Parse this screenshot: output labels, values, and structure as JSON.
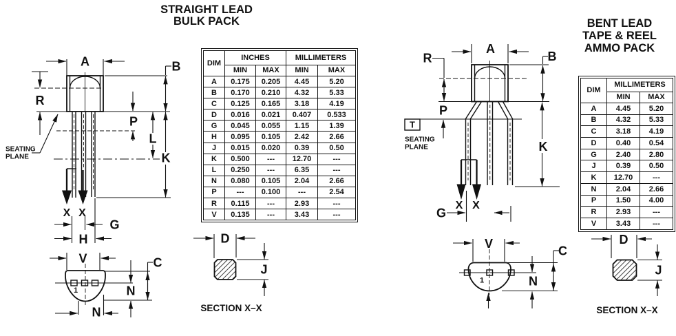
{
  "window": {
    "bg": "#ffffff",
    "ink": "#111111"
  },
  "left": {
    "title": {
      "line1": "STRAIGHT LEAD",
      "line2": "BULK PACK"
    },
    "seating_plane": {
      "line1": "SEATING",
      "line2": "PLANE"
    },
    "section_label": "SECTION X–X",
    "pin1": "1",
    "labels": {
      "A": "A",
      "B": "B",
      "R": "R",
      "P": "P",
      "L": "L",
      "K": "K",
      "X1": "X",
      "X2": "X",
      "G": "G",
      "H": "H",
      "V": "V",
      "C": "C",
      "N_vert": "N",
      "N_horiz": "N",
      "D": "D",
      "J": "J"
    },
    "table": {
      "dim": "DIM",
      "inches": "INCHES",
      "millimeters": "MILLIMETERS",
      "min": "MIN",
      "max": "MAX",
      "rows": [
        {
          "d": "A",
          "v": [
            "0.175",
            "0.205",
            "4.45",
            "5.20"
          ]
        },
        {
          "d": "B",
          "v": [
            "0.170",
            "0.210",
            "4.32",
            "5.33"
          ]
        },
        {
          "d": "C",
          "v": [
            "0.125",
            "0.165",
            "3.18",
            "4.19"
          ]
        },
        {
          "d": "D",
          "v": [
            "0.016",
            "0.021",
            "0.407",
            "0.533"
          ]
        },
        {
          "d": "G",
          "v": [
            "0.045",
            "0.055",
            "1.15",
            "1.39"
          ]
        },
        {
          "d": "H",
          "v": [
            "0.095",
            "0.105",
            "2.42",
            "2.66"
          ]
        },
        {
          "d": "J",
          "v": [
            "0.015",
            "0.020",
            "0.39",
            "0.50"
          ]
        },
        {
          "d": "K",
          "v": [
            "0.500",
            "---",
            "12.70",
            "---"
          ]
        },
        {
          "d": "L",
          "v": [
            "0.250",
            "---",
            "6.35",
            "---"
          ]
        },
        {
          "d": "N",
          "v": [
            "0.080",
            "0.105",
            "2.04",
            "2.66"
          ]
        },
        {
          "d": "P",
          "v": [
            "---",
            "0.100",
            "---",
            "2.54"
          ]
        },
        {
          "d": "R",
          "v": [
            "0.115",
            "---",
            "2.93",
            "---"
          ]
        },
        {
          "d": "V",
          "v": [
            "0.135",
            "---",
            "3.43",
            "---"
          ]
        }
      ]
    }
  },
  "right": {
    "title": {
      "line1": "BENT LEAD",
      "line2": "TAPE & REEL",
      "line3": "AMMO PACK"
    },
    "seating_plane": {
      "line1": "SEATING",
      "line2": "PLANE"
    },
    "datum": "T",
    "section_label": "SECTION X–X",
    "pin1": "1",
    "labels": {
      "A": "A",
      "B": "B",
      "R": "R",
      "P": "P",
      "K": "K",
      "X1": "X",
      "X2": "X",
      "G": "G",
      "V": "V",
      "C": "C",
      "N": "N",
      "D": "D",
      "J": "J"
    },
    "table": {
      "dim": "DIM",
      "millimeters": "MILLIMETERS",
      "min": "MIN",
      "max": "MAX",
      "rows": [
        {
          "d": "A",
          "v": [
            "4.45",
            "5.20"
          ]
        },
        {
          "d": "B",
          "v": [
            "4.32",
            "5.33"
          ]
        },
        {
          "d": "C",
          "v": [
            "3.18",
            "4.19"
          ]
        },
        {
          "d": "D",
          "v": [
            "0.40",
            "0.54"
          ]
        },
        {
          "d": "G",
          "v": [
            "2.40",
            "2.80"
          ]
        },
        {
          "d": "J",
          "v": [
            "0.39",
            "0.50"
          ]
        },
        {
          "d": "K",
          "v": [
            "12.70",
            "---"
          ]
        },
        {
          "d": "N",
          "v": [
            "2.04",
            "2.66"
          ]
        },
        {
          "d": "P",
          "v": [
            "1.50",
            "4.00"
          ]
        },
        {
          "d": "R",
          "v": [
            "2.93",
            "---"
          ]
        },
        {
          "d": "V",
          "v": [
            "3.43",
            "---"
          ]
        }
      ]
    }
  }
}
